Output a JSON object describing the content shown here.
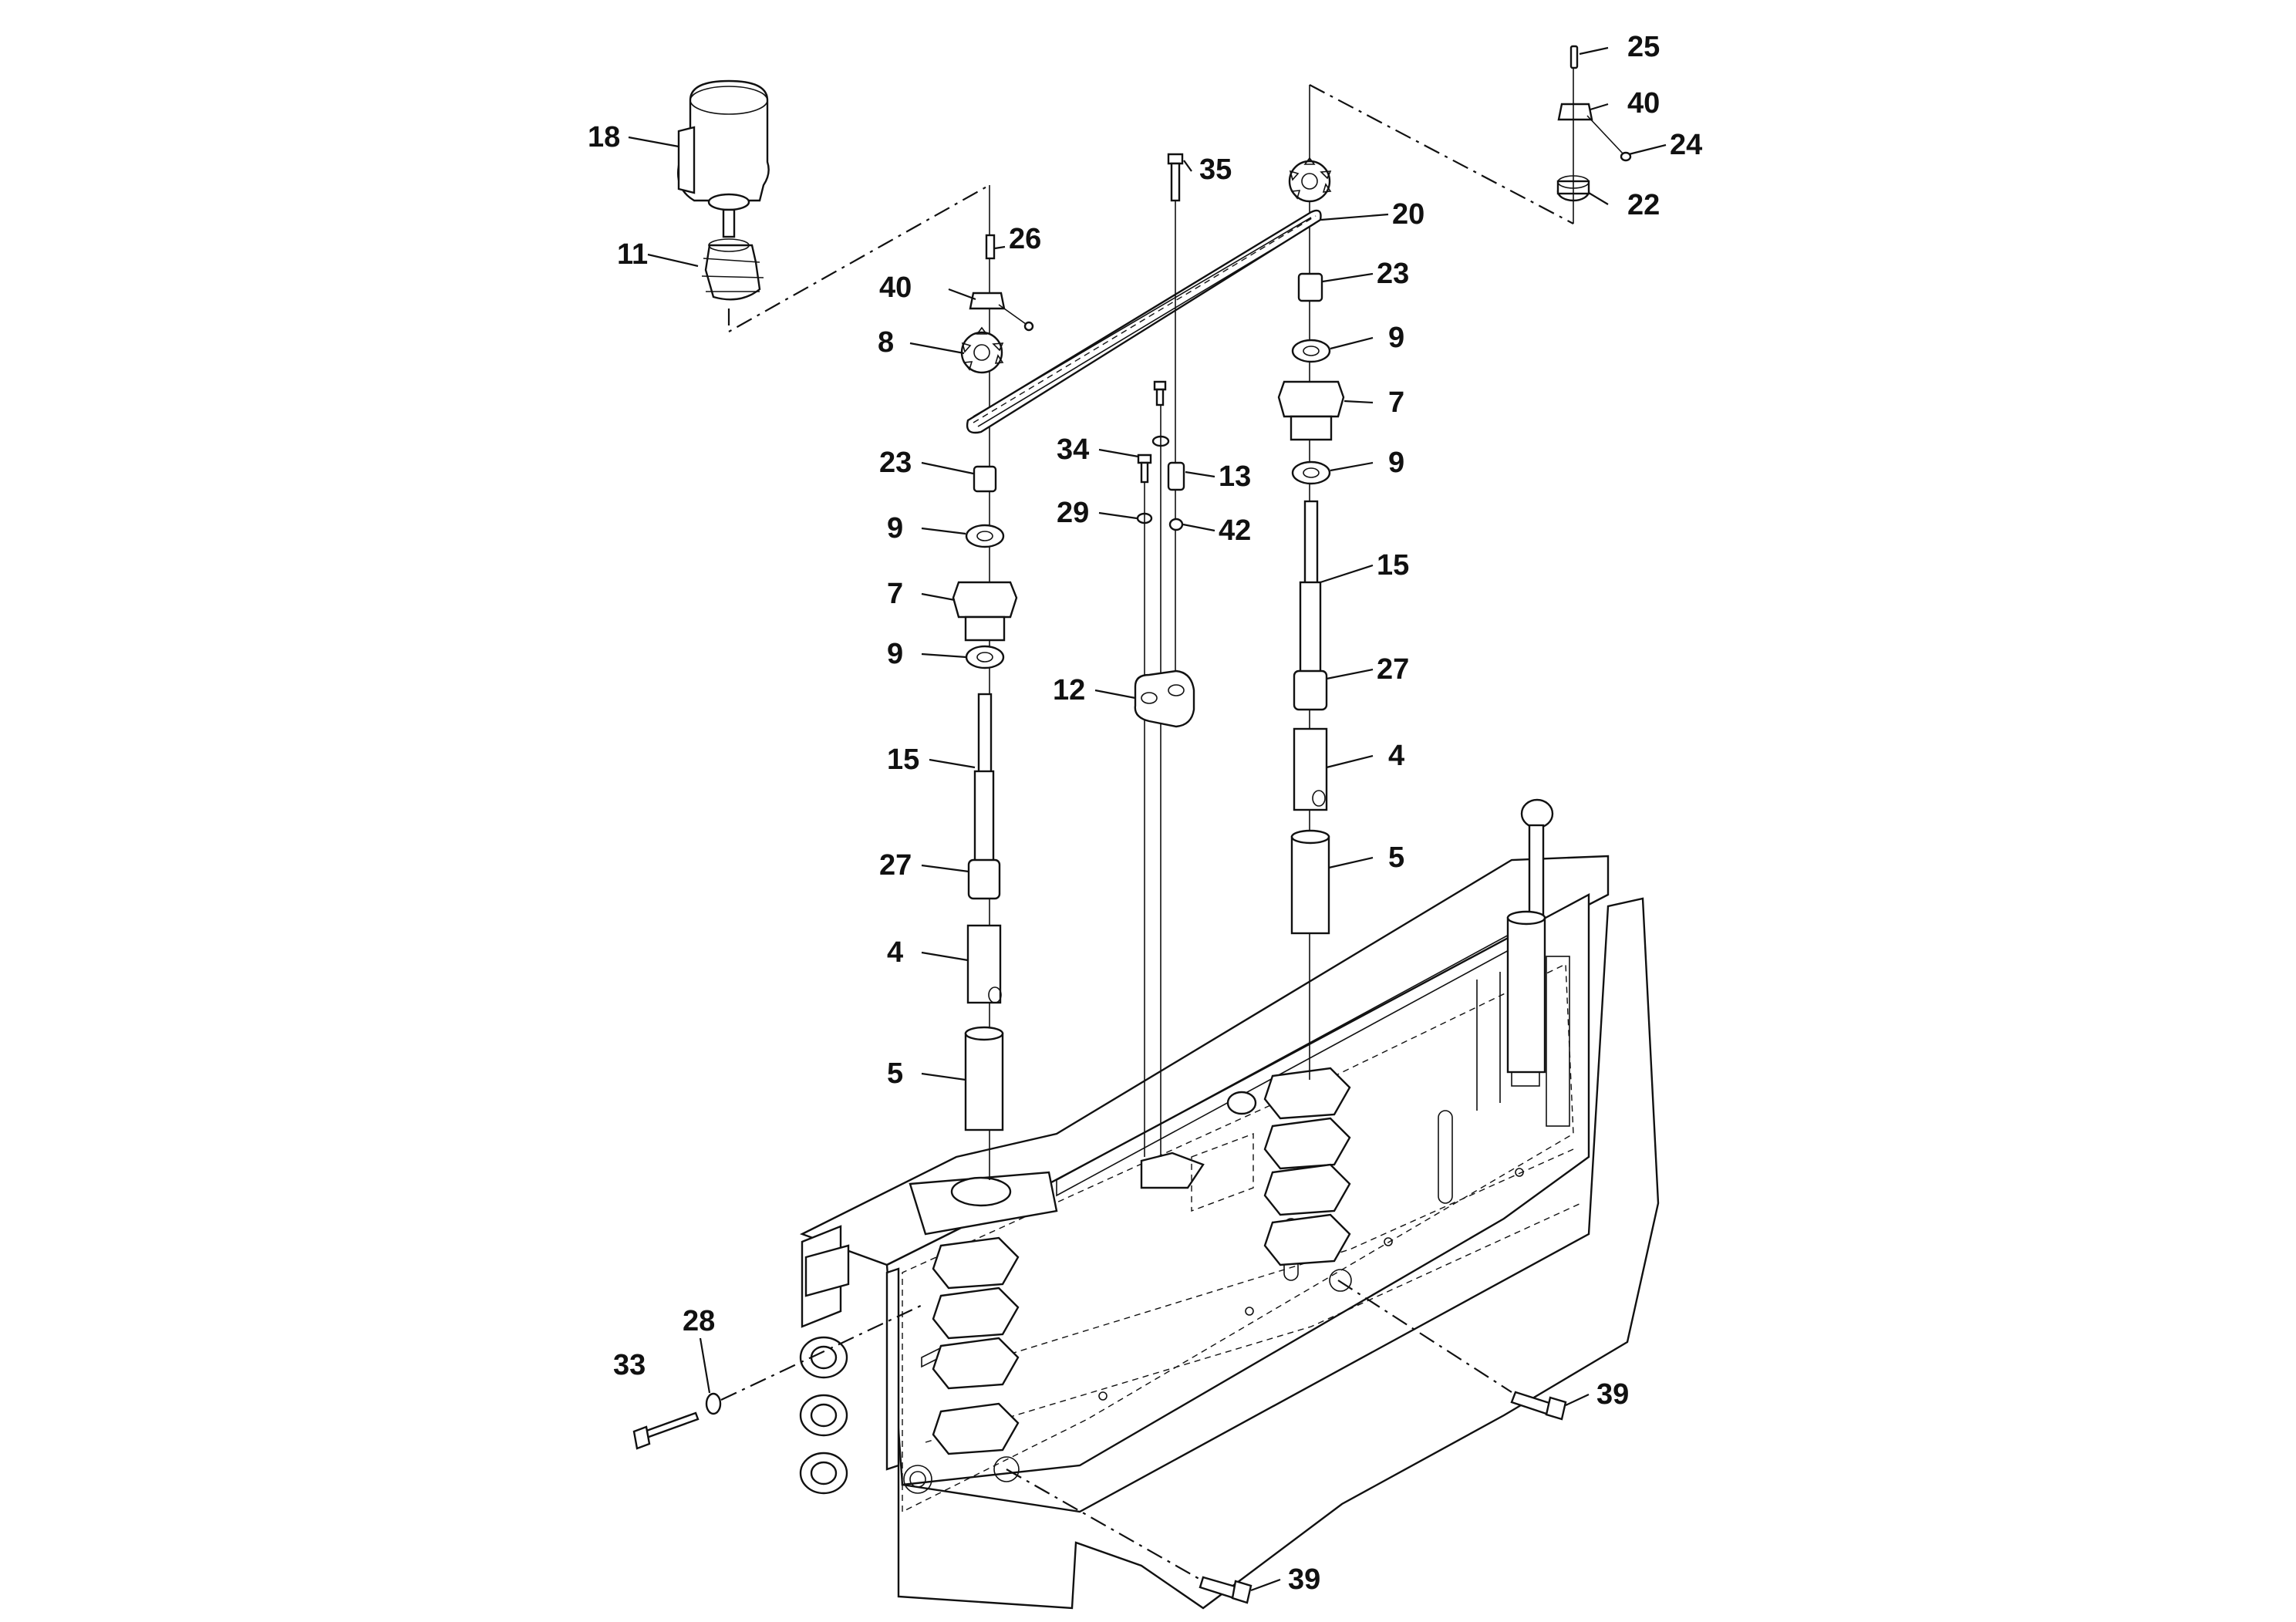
{
  "callouts": [
    {
      "id": "c18",
      "text": "18"
    },
    {
      "id": "c11",
      "text": "11"
    },
    {
      "id": "c26",
      "text": "26"
    },
    {
      "id": "c40a",
      "text": "40"
    },
    {
      "id": "c8",
      "text": "8"
    },
    {
      "id": "c35",
      "text": "35"
    },
    {
      "id": "c20",
      "text": "20"
    },
    {
      "id": "c25",
      "text": "25"
    },
    {
      "id": "c40b",
      "text": "40"
    },
    {
      "id": "c24",
      "text": "24"
    },
    {
      "id": "c22",
      "text": "22"
    },
    {
      "id": "c23a",
      "text": "23"
    },
    {
      "id": "c9a",
      "text": "9"
    },
    {
      "id": "c7a",
      "text": "7"
    },
    {
      "id": "c9b",
      "text": "9"
    },
    {
      "id": "c15a",
      "text": "15"
    },
    {
      "id": "c27a",
      "text": "27"
    },
    {
      "id": "c4a",
      "text": "4"
    },
    {
      "id": "c5a",
      "text": "5"
    },
    {
      "id": "c34",
      "text": "34"
    },
    {
      "id": "c29",
      "text": "29"
    },
    {
      "id": "c13",
      "text": "13"
    },
    {
      "id": "c42",
      "text": "42"
    },
    {
      "id": "c12",
      "text": "12"
    },
    {
      "id": "c23b",
      "text": "23"
    },
    {
      "id": "c9c",
      "text": "9"
    },
    {
      "id": "c7b",
      "text": "7"
    },
    {
      "id": "c9d",
      "text": "9"
    },
    {
      "id": "c15b",
      "text": "15"
    },
    {
      "id": "c27b",
      "text": "27"
    },
    {
      "id": "c4b",
      "text": "4"
    },
    {
      "id": "c5b",
      "text": "5"
    },
    {
      "id": "c28",
      "text": "28"
    },
    {
      "id": "c33",
      "text": "33"
    },
    {
      "id": "c39a",
      "text": "39"
    },
    {
      "id": "c39b",
      "text": "39"
    }
  ]
}
